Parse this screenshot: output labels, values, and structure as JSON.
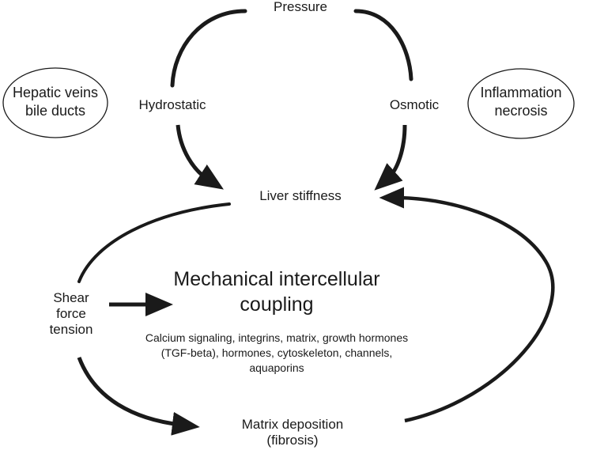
{
  "nodes": {
    "pressure": "Pressure",
    "hydrostatic": "Hydrostatic",
    "osmotic": "Osmotic",
    "liver_stiffness": "Liver stiffness",
    "hepatic": [
      "Hepatic veins",
      "bile ducts"
    ],
    "inflammation": [
      "Inflammation",
      "necrosis"
    ],
    "shear": [
      "Shear",
      "force",
      "tension"
    ],
    "coupling_title": [
      "Mechanical intercellular",
      "coupling"
    ],
    "coupling_details": [
      "Calcium signaling, integrins, matrix, growth hormones",
      "(TGF-beta), hormones, cytoskeleton, channels,",
      "aquaporins"
    ],
    "matrix": [
      "Matrix deposition",
      "(fibrosis)"
    ]
  },
  "colors": {
    "line": "#1a1a1a",
    "text": "#1a1a1a",
    "background": "#ffffff"
  }
}
